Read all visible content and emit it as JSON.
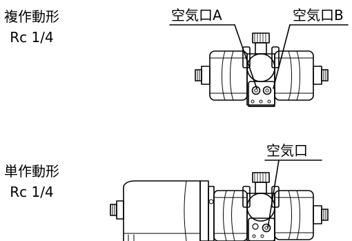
{
  "double_acting": {
    "title": "複作動形",
    "port_size": "Rc 1/4",
    "port_a_label": "空気口A",
    "port_b_label": "空気口B"
  },
  "single_acting": {
    "title": "単作動形",
    "port_size": "Rc 1/4",
    "port_label": "空気口"
  }
}
